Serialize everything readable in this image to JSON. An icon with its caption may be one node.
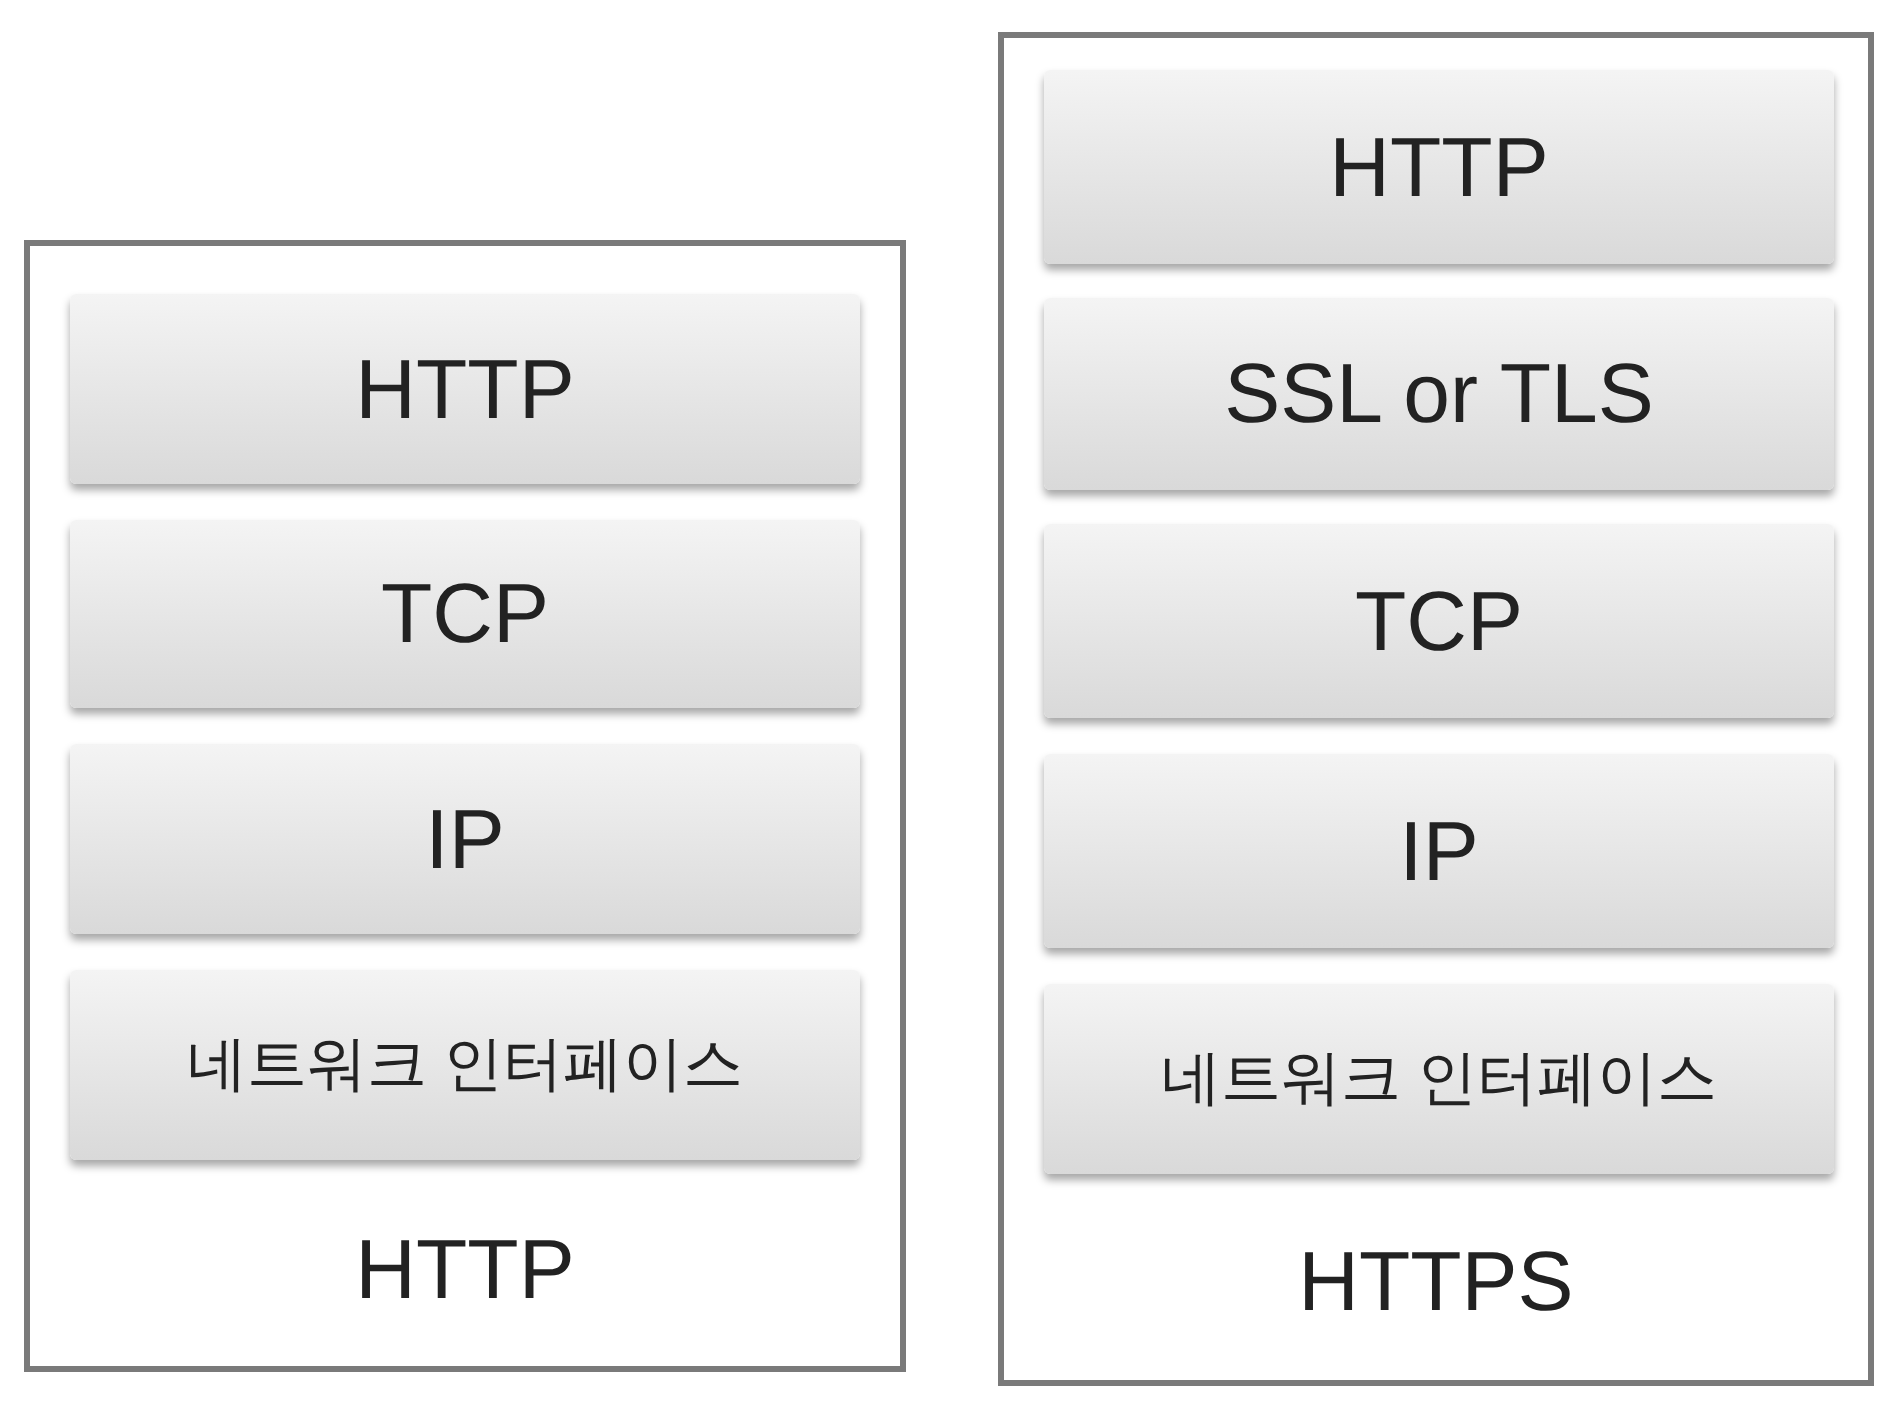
{
  "diagram": {
    "nodes": [
      {
        "text": [
          "HTTP"
        ]
      },
      {
        "text": [
          "HTTP"
        ],
        "in": 0
      },
      {
        "text": [
          "TCP"
        ],
        "in": 0
      },
      {
        "text": [
          "IP"
        ],
        "in": 0
      },
      {
        "text": [
          "네트워크 인터페이스"
        ],
        "in": 0
      },
      {
        "text": [
          "HTTPS"
        ]
      },
      {
        "text": [
          "HTTP"
        ],
        "in": 5
      },
      {
        "text": [
          "SSL or TLS"
        ],
        "in": 5
      },
      {
        "text": [
          "TCP"
        ],
        "in": 5
      },
      {
        "text": [
          "IP"
        ],
        "in": 5
      },
      {
        "text": [
          "네트워크 인터페이스"
        ],
        "in": 5
      }
    ],
    "edges": []
  }
}
